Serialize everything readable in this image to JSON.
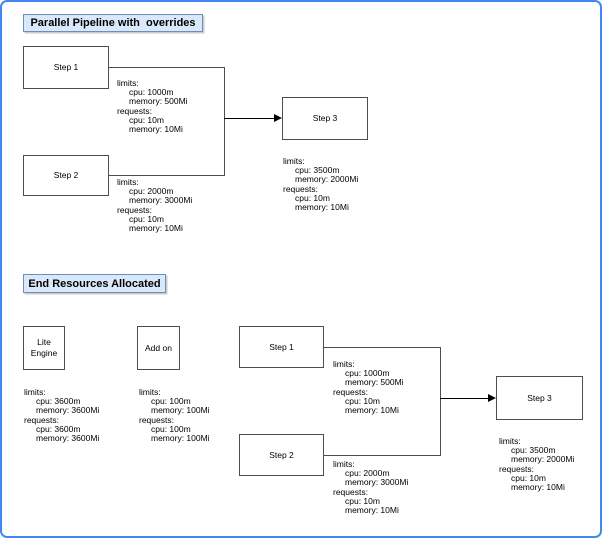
{
  "diagram": {
    "type": "pipeline-resource-diagram",
    "theme": {
      "outer_border": "#4285f4",
      "title_fill": "#dae8fc",
      "title_stroke": "#6c8ebf",
      "node_stroke": "#4d4d4d",
      "arrow_color": "#000000",
      "background": "#ffffff"
    }
  },
  "pipeline_section": {
    "title": "Parallel Pipeline with  overrides",
    "nodes": {
      "step1": {
        "label": "Step 1"
      },
      "step2": {
        "label": "Step 2"
      },
      "step3": {
        "label": "Step 3"
      }
    },
    "overrides": {
      "step1": {
        "lines": [
          "limits:",
          "cpu: 1000m",
          "memory: 500Mi",
          "requests:",
          "cpu: 10m",
          "memory: 10Mi"
        ]
      },
      "step2": {
        "lines": [
          "limits:",
          "cpu: 2000m",
          "memory: 3000Mi",
          "requests:",
          "cpu: 10m",
          "memory: 10Mi"
        ]
      },
      "step3": {
        "lines": [
          "limits:",
          "cpu: 3500m",
          "memory: 2000Mi",
          "requests:",
          "cpu: 10m",
          "memory: 10Mi"
        ]
      }
    }
  },
  "end_section": {
    "title": "End Resources Allocated",
    "nodes": {
      "lite_engine": {
        "label": "Lite Engine"
      },
      "addon": {
        "label": "Add on"
      },
      "step1": {
        "label": "Step 1"
      },
      "step2": {
        "label": "Step 2"
      },
      "step3": {
        "label": "Step 3"
      }
    },
    "resources": {
      "lite_engine": {
        "lines": [
          "limits:",
          "cpu: 3600m",
          "memory: 3600Mi",
          "requests:",
          "cpu: 3600m",
          "memory: 3600Mi"
        ]
      },
      "addon": {
        "lines": [
          "limits:",
          "cpu: 100m",
          "memory: 100Mi",
          "requests:",
          "cpu: 100m",
          "memory: 100Mi"
        ]
      },
      "step1": {
        "lines": [
          "limits:",
          "cpu: 1000m",
          "memory: 500Mi",
          "requests:",
          "cpu: 10m",
          "memory: 10Mi"
        ]
      },
      "step2": {
        "lines": [
          "limits:",
          "cpu: 2000m",
          "memory: 3000Mi",
          "requests:",
          "cpu: 10m",
          "memory: 10Mi"
        ]
      },
      "step3": {
        "lines": [
          "limits:",
          "cpu: 3500m",
          "memory: 2000Mi",
          "requests:",
          "cpu: 10m",
          "memory: 10Mi"
        ]
      }
    }
  }
}
